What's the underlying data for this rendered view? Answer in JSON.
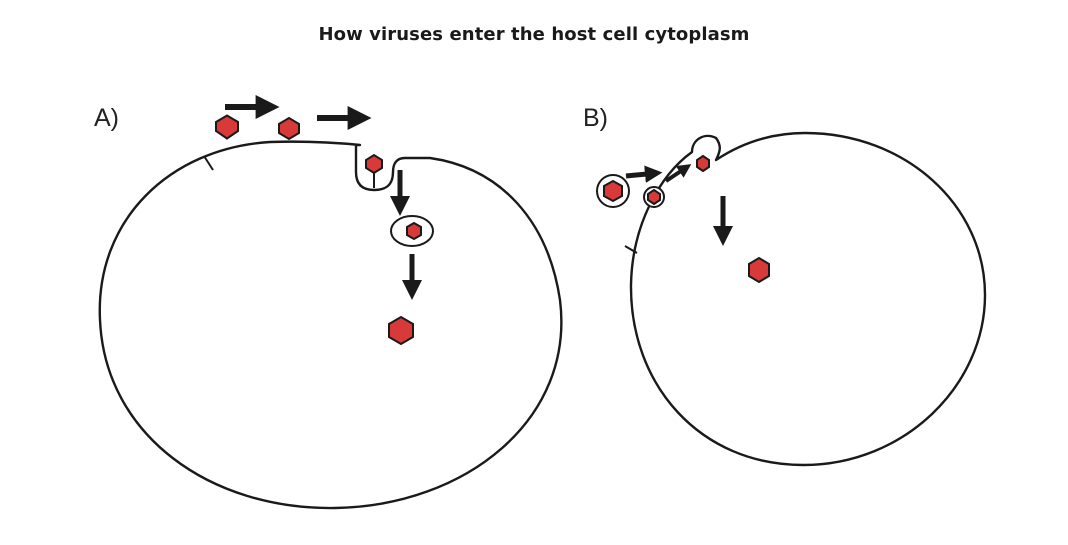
{
  "title": "How viruses enter the host cell cytoplasm",
  "panels": {
    "a": {
      "label": "A)"
    },
    "b": {
      "label": "B)"
    }
  },
  "colors": {
    "virus_fill": "#d83a3a",
    "outline": "#1a1a1a",
    "arrow": "#1a1a1a",
    "background": "#ffffff"
  }
}
